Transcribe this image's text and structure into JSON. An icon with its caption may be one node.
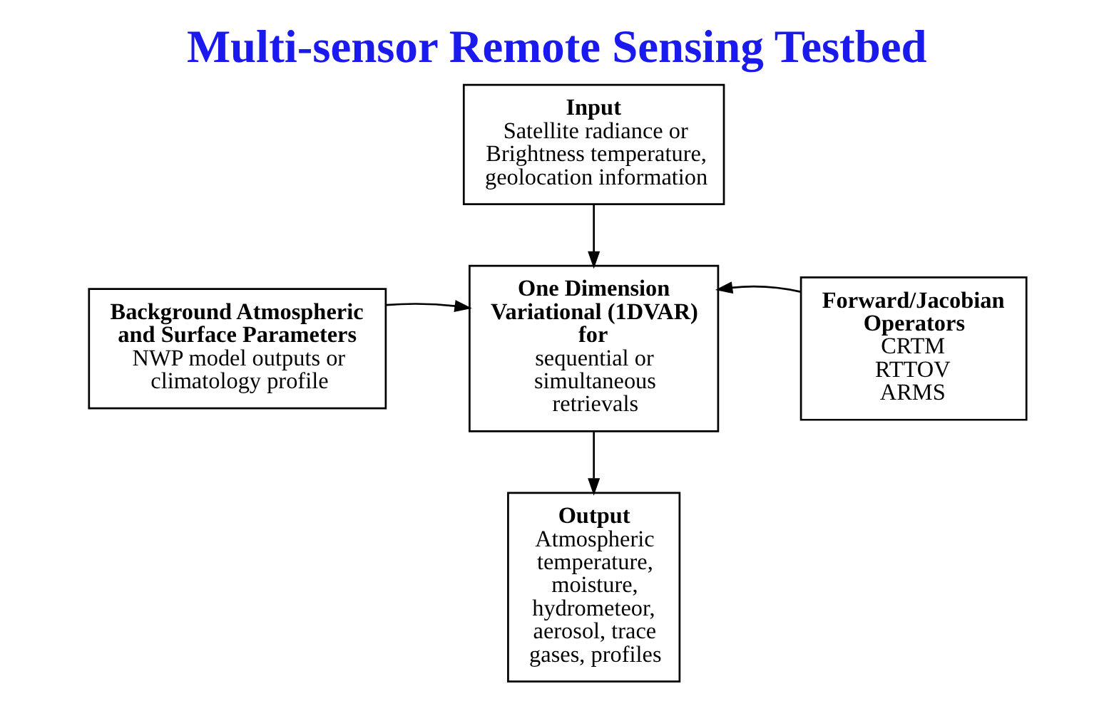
{
  "diagram": {
    "title": "Multi-sensor Remote Sensing Testbed",
    "nodes": [
      {
        "text": [
          "Input",
          "Satellite radiance or Brightness temperature, geolocation information"
        ]
      },
      {
        "text": [
          "Background Atmospheric and Surface Parameters",
          "NWP model outputs or climatology profile"
        ]
      },
      {
        "text": [
          "One Dimension Variational (1DVAR) for",
          "sequential or simultaneous retrievals"
        ]
      },
      {
        "text": [
          "Forward/Jacobian Operators",
          "CRTM",
          "RTTOV",
          "ARMS"
        ]
      },
      {
        "text": [
          "Output",
          "Atmospheric temperature, moisture, hydrometeor, aerosol, trace gases, profiles"
        ]
      }
    ],
    "edges": [
      {
        "from": 0,
        "to": 2,
        "arrow": "to"
      },
      {
        "from": 1,
        "to": 2,
        "arrow": "to"
      },
      {
        "from": 3,
        "to": 2,
        "arrow": "to"
      },
      {
        "from": 2,
        "to": 4,
        "arrow": "to"
      }
    ]
  }
}
